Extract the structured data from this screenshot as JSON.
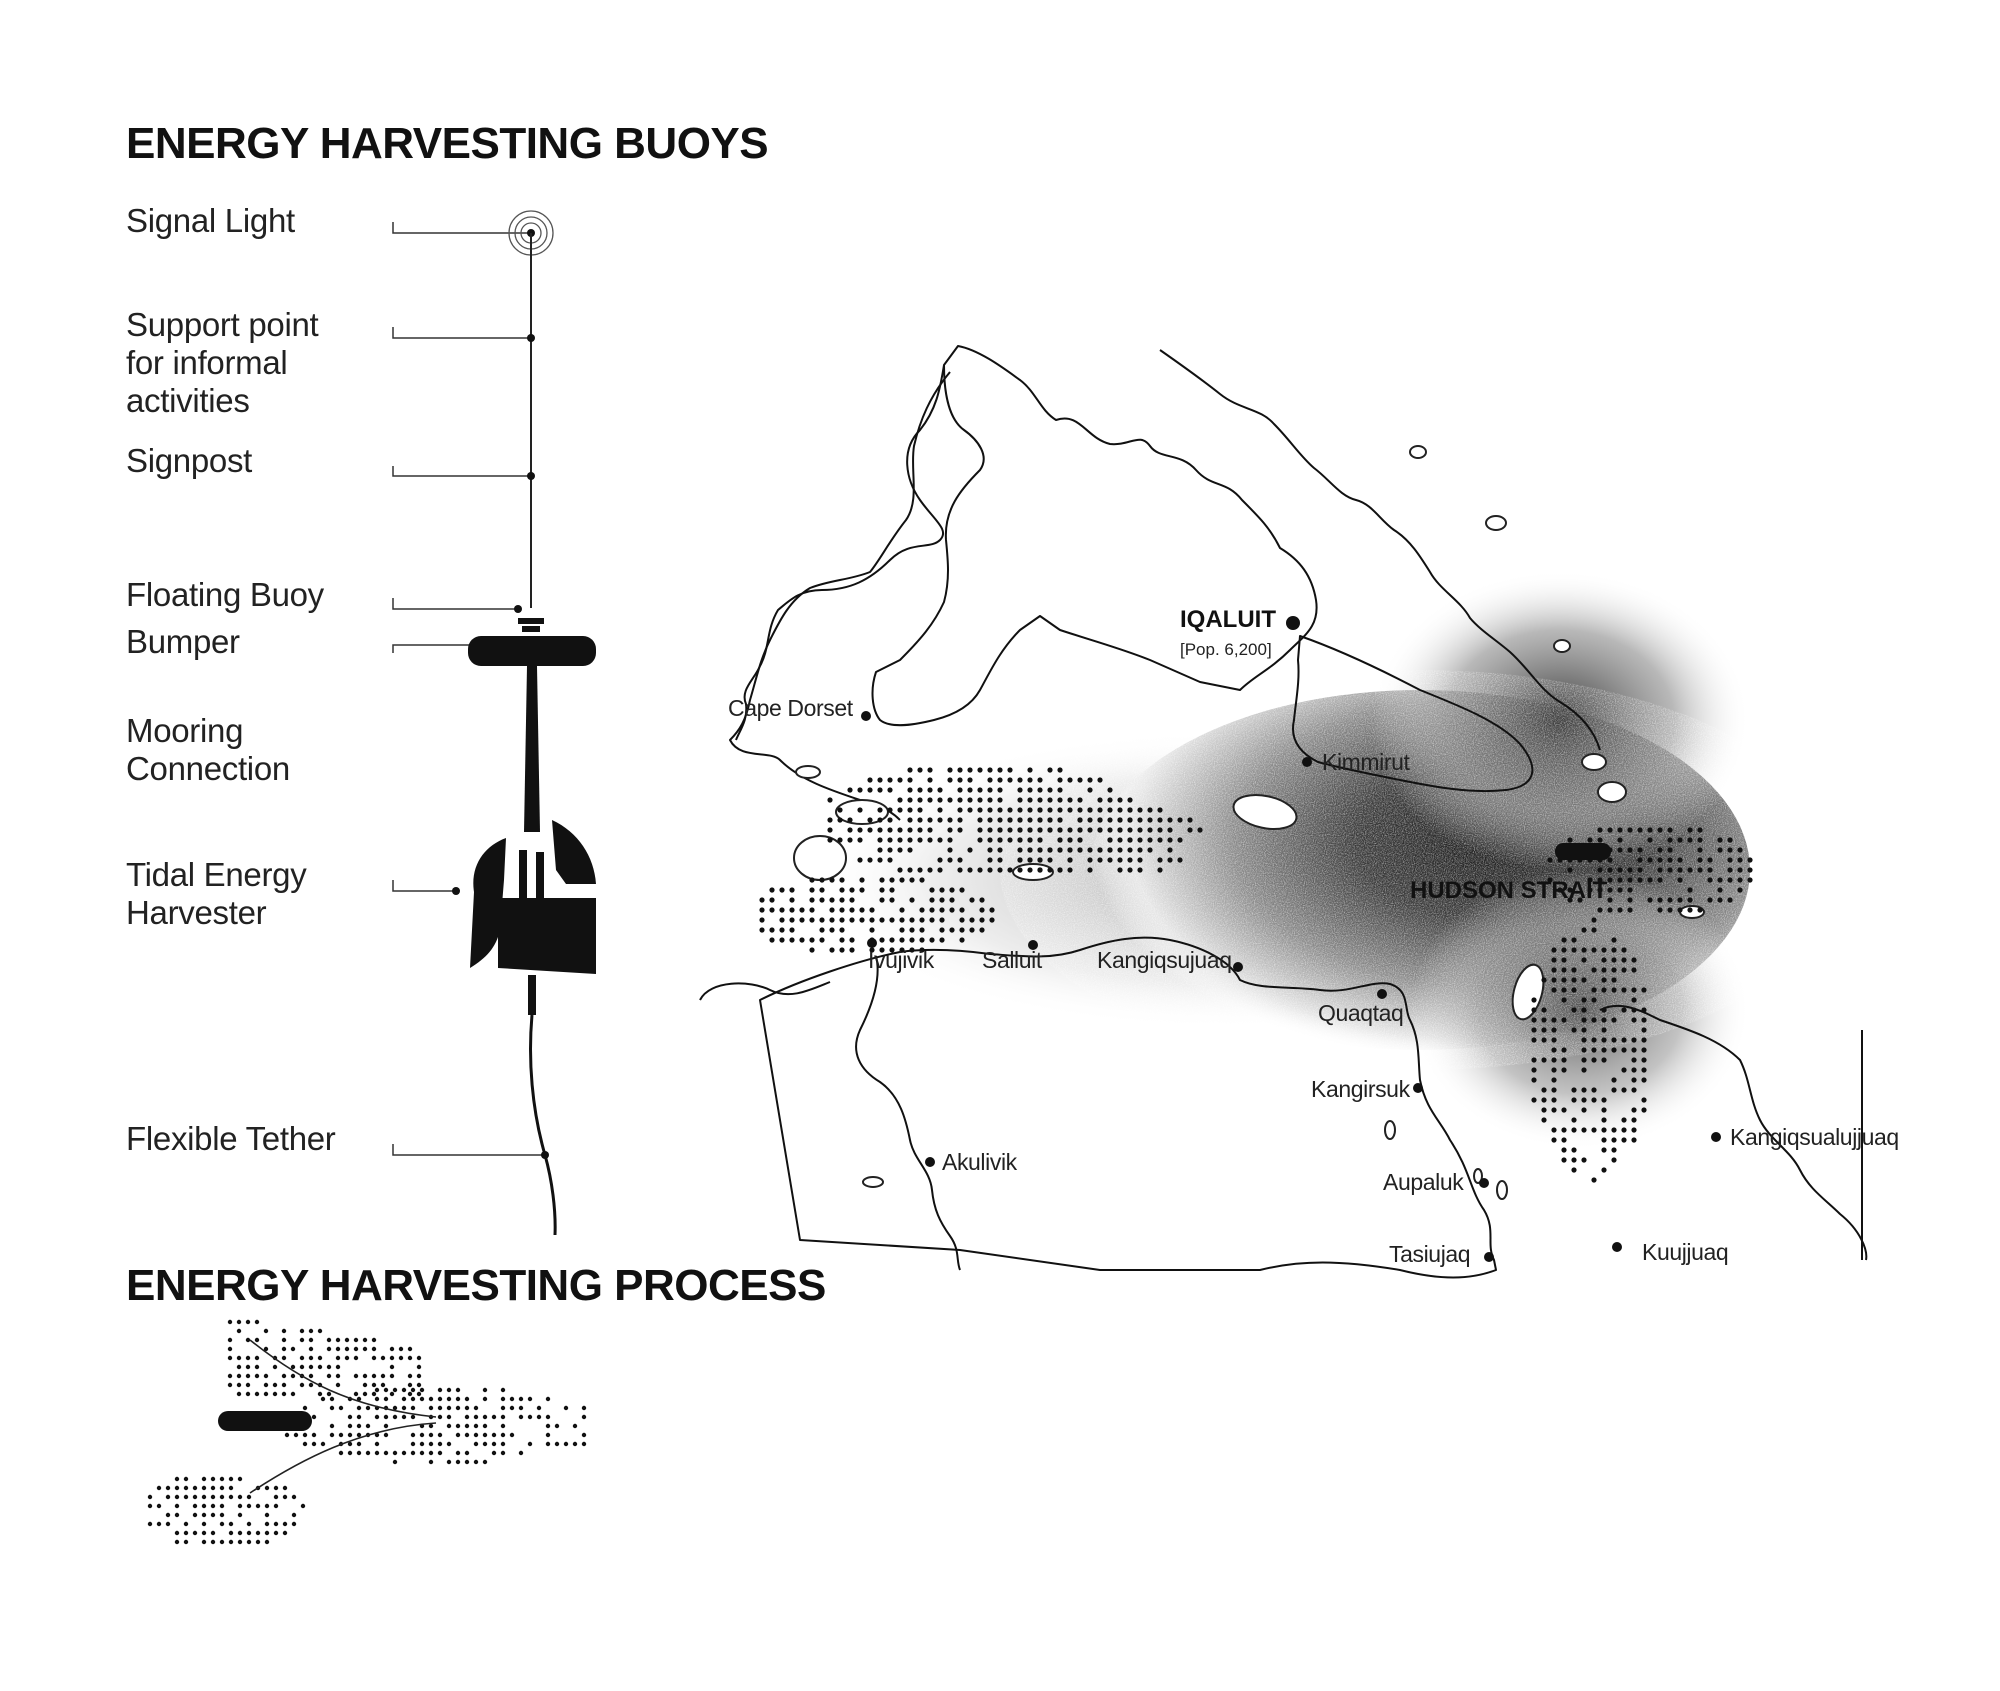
{
  "buoys": {
    "title": "ENERGY HARVESTING BUOYS",
    "components": [
      {
        "id": "signal-light",
        "lines": [
          "Signal Light"
        ]
      },
      {
        "id": "support-point",
        "lines": [
          "Support point",
          "for informal",
          "activities"
        ]
      },
      {
        "id": "signpost",
        "lines": [
          "Signpost"
        ]
      },
      {
        "id": "floating-buoy",
        "lines": [
          "Floating Buoy"
        ]
      },
      {
        "id": "bumper",
        "lines": [
          "Bumper"
        ]
      },
      {
        "id": "mooring-connection",
        "lines": [
          "Mooring",
          "Connection"
        ]
      },
      {
        "id": "tidal-energy-harvester",
        "lines": [
          "Tidal Energy",
          "Harvester"
        ]
      },
      {
        "id": "flexible-tether",
        "lines": [
          "Flexible Tether"
        ]
      }
    ]
  },
  "process": {
    "title": "ENERGY HARVESTING PROCESS"
  },
  "map": {
    "capital": {
      "name": "IQALUIT",
      "population": "[Pop. 6,200]"
    },
    "waterbody": "HUDSON STRAIT",
    "places": [
      {
        "id": "cape-dorset",
        "name": "Cape Dorset"
      },
      {
        "id": "kimmirut",
        "name": "Kimmirut"
      },
      {
        "id": "ivujivik",
        "name": "Ivujivik"
      },
      {
        "id": "salluit",
        "name": "Salluit"
      },
      {
        "id": "kangiqsujuaq",
        "name": "Kangiqsujuaq"
      },
      {
        "id": "quaqtaq",
        "name": "Quaqtaq"
      },
      {
        "id": "kangirsuk",
        "name": "Kangirsuk"
      },
      {
        "id": "akulivik",
        "name": "Akulivik"
      },
      {
        "id": "aupaluk",
        "name": "Aupaluk"
      },
      {
        "id": "tasiujaq",
        "name": "Tasiujaq"
      },
      {
        "id": "kuujjuaq",
        "name": "Kuujjuaq"
      },
      {
        "id": "kangiqsualujjuaq",
        "name": "Kangiqsualujjuaq"
      }
    ]
  },
  "colors": {
    "ink": "#111111",
    "paper": "#ffffff",
    "water_dark": "#2a2a2a"
  }
}
